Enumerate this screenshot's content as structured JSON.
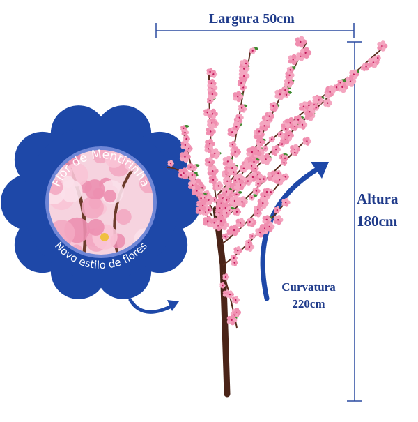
{
  "badge": {
    "top_text": "Flor de Mentirinha",
    "bottom_text": "Novo estilo de flores"
  },
  "dimensions": {
    "width": "Largura 50cm",
    "height_word": "Altura",
    "height_value": "180cm",
    "curve_word": "Curvatura",
    "curve_value": "220cm"
  },
  "colors": {
    "accent_blue": "#1e48a8",
    "dimension_blue": "#1e3a8a",
    "blossom_pink": "#f4a6c0",
    "trunk_brown": "#5a2d1e",
    "leaf_green": "#3e8a2e"
  }
}
